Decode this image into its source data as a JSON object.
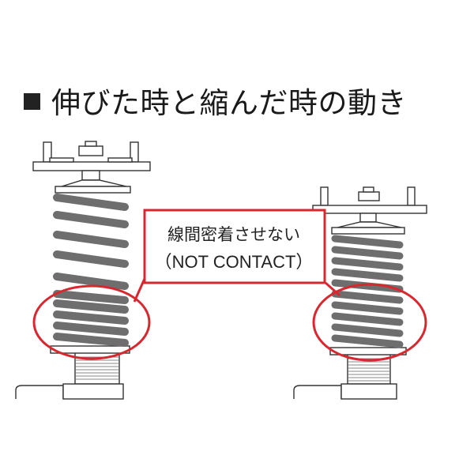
{
  "title": {
    "text": "伸びた時と縮んだ時の動き"
  },
  "callout": {
    "line1": "線間密着させない",
    "line2": "（NOT CONTACT）"
  },
  "colors": {
    "highlight": "#d8282f",
    "spring": "#6e6e6e",
    "outline": "#333333",
    "text": "#1a1a1a"
  },
  "icons": {
    "title_bullet": "black-square-icon"
  }
}
